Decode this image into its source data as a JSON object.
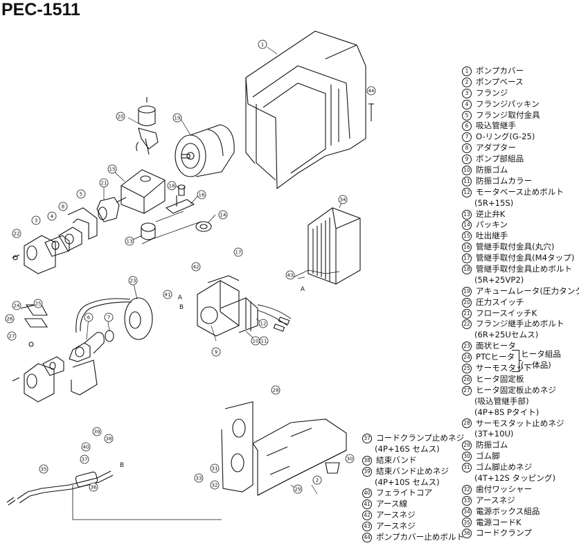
{
  "title": "PEC-1511",
  "parts_right": [
    {
      "no": "1",
      "name": "ポンプカバー"
    },
    {
      "no": "2",
      "name": "ポンプベース"
    },
    {
      "no": "3",
      "name": "フランジ"
    },
    {
      "no": "4",
      "name": "フランジパッキン"
    },
    {
      "no": "5",
      "name": "フランジ取付金具"
    },
    {
      "no": "6",
      "name": "吸込管継手"
    },
    {
      "no": "7",
      "name": "O-リング(G-25)"
    },
    {
      "no": "8",
      "name": "アダプター"
    },
    {
      "no": "9",
      "name": "ポンプ部組品"
    },
    {
      "no": "10",
      "name": "防振ゴム"
    },
    {
      "no": "11",
      "name": "防振ゴムカラー"
    },
    {
      "no": "12",
      "name": "モータベース止めボルト"
    },
    {
      "no": "",
      "name": "(5R+15S)"
    },
    {
      "no": "13",
      "name": "逆止弁K"
    },
    {
      "no": "14",
      "name": "パッキン"
    },
    {
      "no": "15",
      "name": "吐出継手"
    },
    {
      "no": "16",
      "name": "管継手取付金具(丸穴)"
    },
    {
      "no": "17",
      "name": "管継手取付金具(M4タップ)"
    },
    {
      "no": "18",
      "name": "管継手取付金具止めボルト"
    },
    {
      "no": "",
      "name": "(5R+25VP2)"
    },
    {
      "no": "19",
      "name": "アキュームレータ(圧力タンク)"
    },
    {
      "no": "20",
      "name": "圧力スイッチ"
    },
    {
      "no": "21",
      "name": "フロースイッチK"
    },
    {
      "no": "22",
      "name": "フランジ継手止めボルト"
    },
    {
      "no": "",
      "name": "(6R+25Uセムス)"
    },
    {
      "no": "23",
      "name": "面状ヒータ"
    },
    {
      "no": "24",
      "name": "PTCヒータ"
    },
    {
      "no": "25",
      "name": "サーモスタット"
    },
    {
      "no": "26",
      "name": "ヒータ固定板"
    },
    {
      "no": "27",
      "name": "ヒータ固定板止めネジ"
    },
    {
      "no": "",
      "name": "(吸込管継手部)"
    },
    {
      "no": "",
      "name": "(4P+8S Pタイト)"
    },
    {
      "no": "28",
      "name": "サーモスタット止めネジ"
    },
    {
      "no": "",
      "name": "(3T+10U)"
    },
    {
      "no": "29",
      "name": "防振ゴム"
    },
    {
      "no": "30",
      "name": "ゴム脚"
    },
    {
      "no": "31",
      "name": "ゴム脚止めネジ"
    },
    {
      "no": "",
      "name": "(4T+12S タッピング)"
    },
    {
      "no": "32",
      "name": "歯付ワッシャー"
    },
    {
      "no": "33",
      "name": "アースネジ"
    },
    {
      "no": "34",
      "name": "電源ボックス組品"
    },
    {
      "no": "35",
      "name": "電源コードK"
    },
    {
      "no": "36",
      "name": "コードクランプ"
    }
  ],
  "parts_left": [
    {
      "no": "37",
      "name": "コードクランプ止めネジ"
    },
    {
      "no": "",
      "name": "(4P+16S セムス)"
    },
    {
      "no": "38",
      "name": "結束バンド"
    },
    {
      "no": "39",
      "name": "結束バンド止めネジ"
    },
    {
      "no": "",
      "name": "(4P+10S セムス)"
    },
    {
      "no": "40",
      "name": "フェライトコア"
    },
    {
      "no": "41",
      "name": "アース線"
    },
    {
      "no": "42",
      "name": "アースネジ"
    },
    {
      "no": "43",
      "name": "アースネジ"
    },
    {
      "no": "44",
      "name": "ポンプカバー止めボルト"
    }
  ],
  "heater_group": [
    "ヒータ組品",
    "(一体品)"
  ],
  "callouts": [
    "1",
    "2",
    "3",
    "4",
    "5",
    "6",
    "7",
    "8",
    "9",
    "10",
    "11",
    "12",
    "13",
    "14",
    "15",
    "16",
    "17",
    "18",
    "19",
    "20",
    "21",
    "22",
    "23",
    "24",
    "25",
    "26",
    "27",
    "28",
    "29",
    "30",
    "31",
    "32",
    "33",
    "34",
    "35",
    "36",
    "37",
    "38",
    "39",
    "40",
    "41",
    "42",
    "43",
    "44",
    "A",
    "B"
  ]
}
